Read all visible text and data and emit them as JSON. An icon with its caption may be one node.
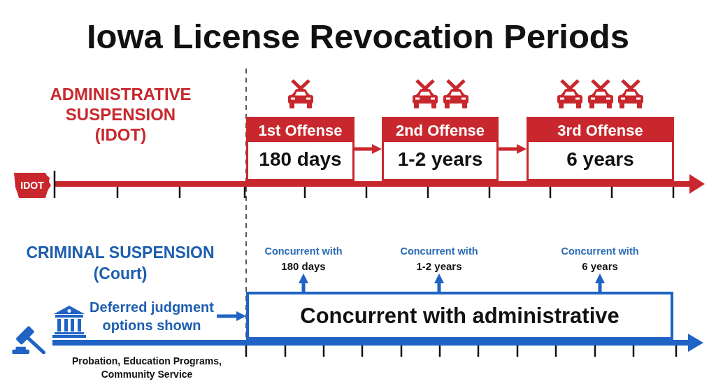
{
  "diagram": {
    "title": "Iowa License Revocation Periods",
    "nodes": [
      {
        "text": [
          "IDOT"
        ]
      },
      {
        "text": [
          "1st Offense",
          "180 days"
        ]
      },
      {
        "text": [
          "2nd Offense",
          "1-2 years"
        ]
      },
      {
        "text": [
          "3rd Offense",
          "6 years"
        ]
      },
      {
        "text": [
          "Concurrent with",
          "180 days"
        ]
      },
      {
        "text": [
          "Concurrent with",
          "1-2 years"
        ]
      },
      {
        "text": [
          "Concurrent with",
          "6 years"
        ]
      },
      {
        "text": [
          "Deferred judgment options shown"
        ]
      },
      {
        "text": [
          "Concurrent with administrative"
        ]
      }
    ],
    "edges": [
      {
        "from": 1,
        "to": 2,
        "arrow": "to",
        "color": "#c8282d"
      },
      {
        "from": 2,
        "to": 3,
        "arrow": "to",
        "color": "#c8282d"
      },
      {
        "from": 8,
        "to": 4,
        "arrow": "to"
      },
      {
        "from": 8,
        "to": 5,
        "arrow": "to"
      },
      {
        "from": 8,
        "to": 6,
        "arrow": "to"
      },
      {
        "from": 7,
        "to": 8,
        "arrow": "to"
      }
    ],
    "labels": [
      "ADMINISTRATIVE SUSPENSION (IDOT)",
      "CRIMINAL SUSPENSION (Court)",
      "Probation, Education Programs, Community Service"
    ]
  }
}
